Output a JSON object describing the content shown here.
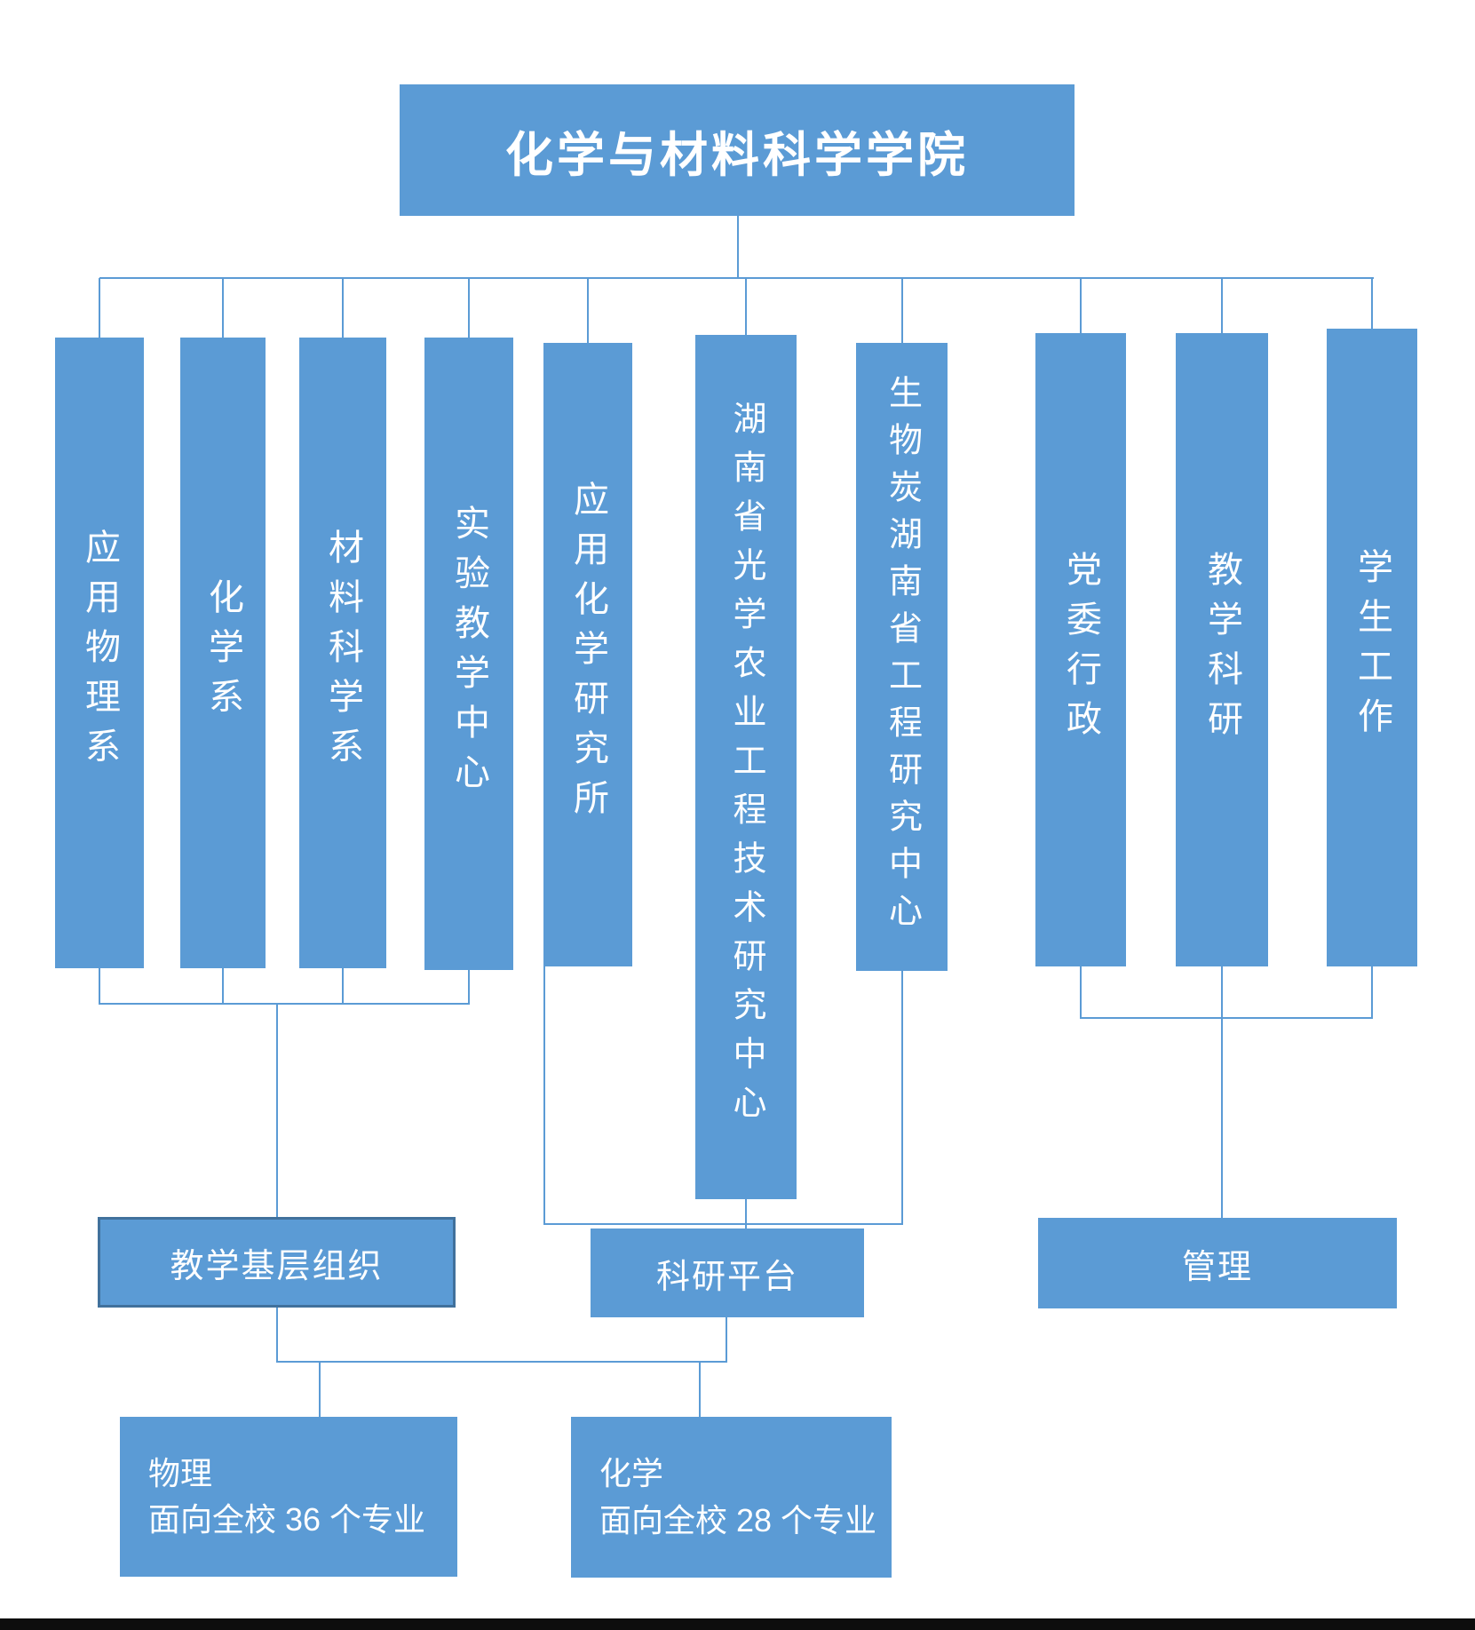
{
  "root": {
    "title": "化学与材料科学学院"
  },
  "colors": {
    "box_fill": "#5b9bd5",
    "box_text": "#ffffff",
    "connector": "#5b9bd5",
    "group_border": "#41719c",
    "footer_bar": "#0d0d0d"
  },
  "departments": [
    {
      "label": "应用物理系"
    },
    {
      "label": "化学系"
    },
    {
      "label": "材料科学系"
    },
    {
      "label": "实验教学中心"
    },
    {
      "label": "应用化学研究所"
    },
    {
      "label": "湖南省光学农业工程技术研究中心"
    },
    {
      "label": "生物炭湖南省工程研究中心"
    },
    {
      "label": "党委行政"
    },
    {
      "label": "教学科研"
    },
    {
      "label": "学生工作"
    }
  ],
  "groups": [
    {
      "label": "教学基层组织"
    },
    {
      "label": "科研平台"
    },
    {
      "label": "管理"
    }
  ],
  "programs": [
    {
      "line1": "物理",
      "line2": "面向全校 36 个专业"
    },
    {
      "line1": "化学",
      "line2": "面向全校 28 个专业"
    }
  ]
}
